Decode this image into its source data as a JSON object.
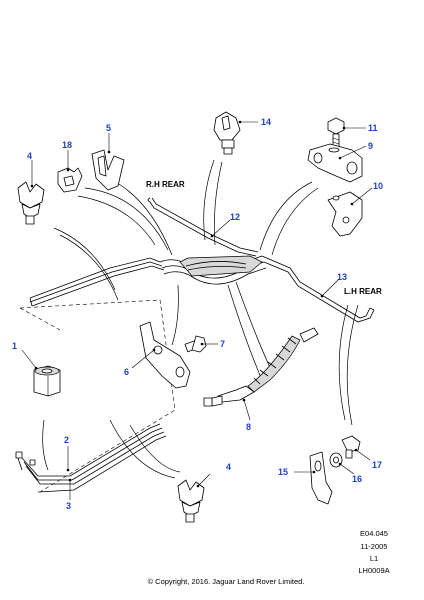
{
  "callouts": {
    "p1": "1",
    "p2": "2",
    "p3": "3",
    "p4a": "4",
    "p4b": "4",
    "p5": "5",
    "p6": "6",
    "p7": "7",
    "p8": "8",
    "p9": "9",
    "p10": "10",
    "p11": "11",
    "p12": "12",
    "p13": "13",
    "p14": "14",
    "p15": "15",
    "p16": "16",
    "p17": "17",
    "p18": "18"
  },
  "labels": {
    "rh_rear": "R.H REAR",
    "lh_rear": "L.H REAR"
  },
  "meta": {
    "ref": "E04.045",
    "date": "11-2005",
    "level": "L1",
    "code": "LH0009A",
    "copyright": "© Copyright, 2016. Jaguar Land Rover Limited."
  },
  "colors": {
    "callout": "#1f3fd0",
    "line": "#000000"
  }
}
